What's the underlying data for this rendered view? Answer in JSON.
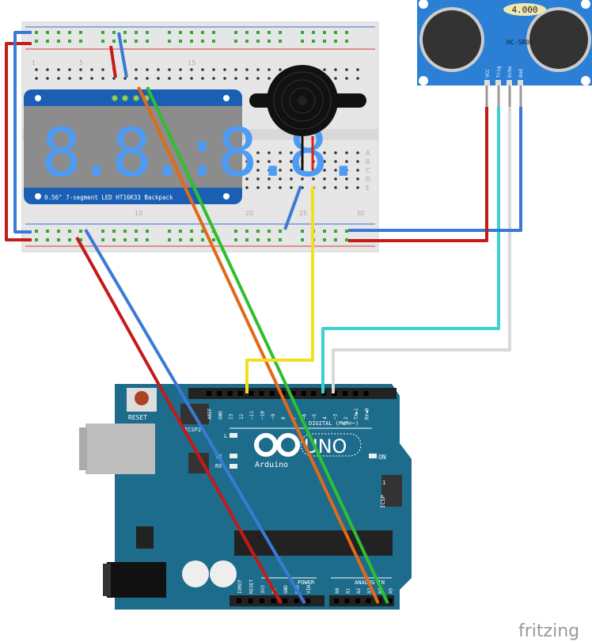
{
  "display": {
    "label": "0.56\" 7-segment LED HT16K33 Backpack",
    "digits": "8.8.:8.8."
  },
  "sensor": {
    "model": "HC-SR04",
    "crystal": "4.000",
    "pins": [
      "VCC",
      "Trig",
      "Echo",
      "Gnd"
    ]
  },
  "arduino": {
    "reset": "RESET",
    "brand": "Arduino",
    "model": "UNO",
    "digital_label": "DIGITAL (PWM=~)",
    "on_label": "ON",
    "led_labels": [
      "L",
      "TX",
      "RX"
    ],
    "icsp": "ICSP",
    "icsp2": "ICSP2",
    "icsp_pin1": "1",
    "top_pins": [
      "AREF",
      "GND",
      "13",
      "12",
      "~11",
      "~10",
      "~9",
      "8",
      "7",
      "~6",
      "~5",
      "4",
      "~3",
      "2",
      "TX▶1",
      "RX◀0"
    ],
    "power_label": "POWER",
    "power_pins": [
      "IOREF",
      "RESET",
      "3V3",
      "5V",
      "GND",
      "GND",
      "VIN"
    ],
    "analog_label": "ANALOG IN",
    "analog_pins": [
      "A0",
      "A1",
      "A2",
      "A3",
      "A4",
      "A5"
    ]
  },
  "breadboard": {
    "col_numbers": [
      "1",
      "5",
      "10",
      "15",
      "20",
      "25",
      "30"
    ],
    "row_letters": [
      "A",
      "B",
      "C",
      "D",
      "E"
    ]
  },
  "logo": "fritzing"
}
